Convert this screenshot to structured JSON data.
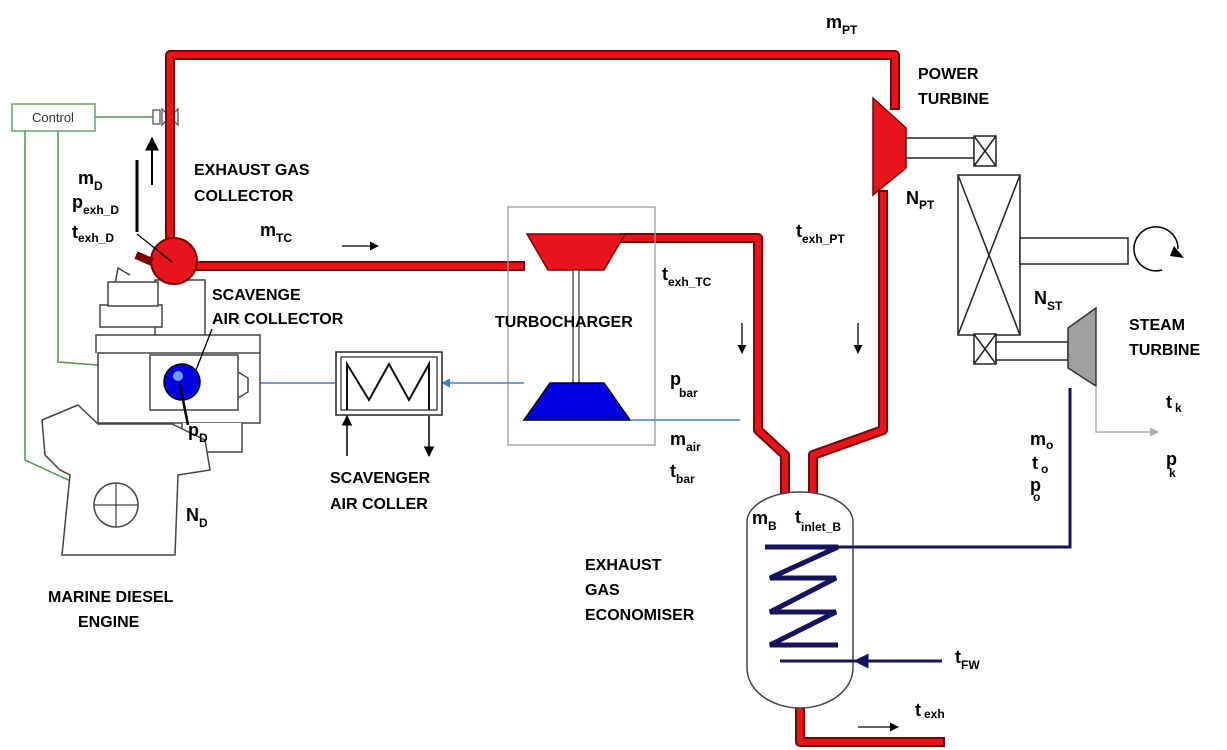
{
  "control": {
    "label": "Control"
  },
  "components": {
    "exhaust_gas_collector": [
      "EXHAUST GAS",
      "COLLECTOR"
    ],
    "scavenge_air_collector": [
      "SCAVENGE",
      "AIR COLLECTOR"
    ],
    "turbocharger": "TURBOCHARGER",
    "scavenger_air_cooler": [
      "SCAVENGER",
      "AIR COLLER"
    ],
    "marine_diesel_engine": [
      "MARINE DIESEL",
      "ENGINE"
    ],
    "exhaust_gas_economiser": [
      "EXHAUST",
      "GAS",
      "ECONOMISER"
    ],
    "power_turbine": [
      "POWER",
      "TURBINE"
    ],
    "steam_turbine": [
      "STEAM",
      "TURBINE"
    ]
  },
  "variables": {
    "m_PT": {
      "base": "m",
      "sub": "PT"
    },
    "m_D": {
      "base": "m",
      "sub": "D"
    },
    "p_exh_D": {
      "base": "p",
      "sub": "exh_D"
    },
    "t_exh_D": {
      "base": "t",
      "sub": "exh_D"
    },
    "m_TC": {
      "base": "m",
      "sub": "TC"
    },
    "t_exh_TC": {
      "base": "t",
      "sub": "exh_TC"
    },
    "t_exh_PT": {
      "base": "t",
      "sub": "exh_PT"
    },
    "N_PT": {
      "base": "N",
      "sub": "PT"
    },
    "N_ST": {
      "base": "N",
      "sub": "ST"
    },
    "p_D": {
      "base": "p",
      "sub": "D"
    },
    "N_D": {
      "base": "N",
      "sub": "D"
    },
    "p_bar": {
      "base": "p",
      "sub": "bar"
    },
    "m_air": {
      "base": "m",
      "sub": "air"
    },
    "t_bar": {
      "base": "t",
      "sub": "bar"
    },
    "m_B": {
      "base": "m",
      "sub": "B"
    },
    "t_inlet_B": {
      "base": "t",
      "sub": "inlet_B"
    },
    "m_o": {
      "base": "m",
      "sub": "o"
    },
    "t_o": {
      "base": "t",
      "sub": "o"
    },
    "p_o": {
      "base": "p",
      "sub": "o"
    },
    "t_k": {
      "base": "t",
      "sub": "k"
    },
    "p_k": {
      "base": "p",
      "sub": "k"
    },
    "t_FW": {
      "base": "t",
      "sub": "FW"
    },
    "t_exh": {
      "base": "t",
      "sub": "exh"
    }
  },
  "colors": {
    "exhaust_pipe": "#e8141b",
    "pipe_outline": "#7a0000",
    "compressor": "#0000e0",
    "air_line": "#3f7fd0",
    "steam_line": "#14145c",
    "steam_turbine": "#a0a0a0",
    "control_line": "#4a9a4a"
  }
}
